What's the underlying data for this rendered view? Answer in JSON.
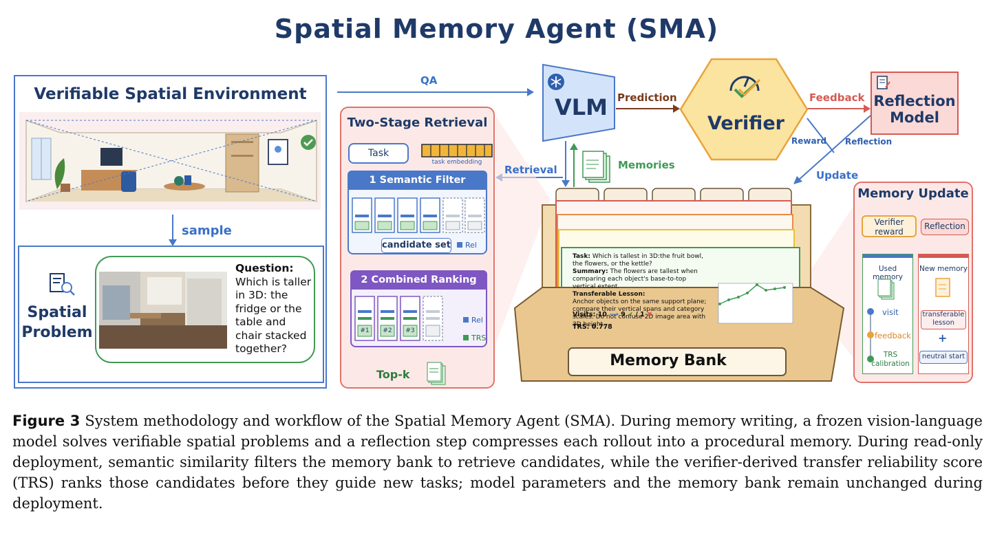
{
  "title": "Spatial Memory Agent (SMA)",
  "environment": {
    "title": "Verifiable Spatial Environment",
    "sample_label": "sample",
    "problem_label_line1": "Spatial",
    "problem_label_line2": "Problem",
    "question_heading": "Question:",
    "question_text": "Which is taller in 3D: the fridge or the table and chair stacked together?"
  },
  "flow": {
    "qa": "QA",
    "vlm": "VLM",
    "prediction": "Prediction",
    "verifier": "Verifier",
    "feedback": "Feedback",
    "reflection_model_line1": "Reflection",
    "reflection_model_line2": "Model",
    "reward": "Reward",
    "reflection": "Reflection",
    "update": "Update",
    "retrieval": "Retrieval",
    "memories": "Memories"
  },
  "retrieval": {
    "title": "Two-Stage Retrieval",
    "task": "Task",
    "task_embedding": "task embedding",
    "stage1": "1   Semantic Filter",
    "candidate_set": "candidate set",
    "rel": "Rel",
    "stage2": "2   Combined Ranking",
    "trs": "TRS",
    "ranks": [
      "#1",
      "#2",
      "#3"
    ],
    "topk": "Top-k"
  },
  "memory_card": {
    "task_label": "Task:",
    "task": "Which is tallest in 3D:the fruit bowl, the flowers, or the kettle?",
    "summary_label": "Summary:",
    "summary": "The flowers are tallest when comparing each object's base-to-top vertical extent.",
    "lesson_label": "Transferable Lesson:",
    "lesson": "Anchor objects on the same support plane; compare their vertical spans and category scales. Do not confuse 2D image area with 3D height.",
    "visits": "Visits: 10",
    "visits_success": "9",
    "visits_fail": "/ 1",
    "trs": "TRS: 0.778",
    "bank_label": "Memory Bank"
  },
  "memory_update": {
    "title": "Memory Update",
    "verifier_reward_line1": "Verifier",
    "verifier_reward_line2": "reward",
    "reflection": "Reflection",
    "used_memory": "Used memory",
    "new_memory": "New memory",
    "visit": "visit",
    "feedback": "feedback",
    "trs_calibration_line1": "TRS",
    "trs_calibration_line2": "calibration",
    "transferable_lesson_line1": "transferable",
    "transferable_lesson_line2": "lesson",
    "plus": "+",
    "neutral_start": "neutral start"
  },
  "caption": {
    "label": "Figure 3",
    "text": "System methodology and workflow of the Spatial Memory Agent (SMA). During memory writing, a frozen vision-language model solves verifiable spatial problems and a reflection step compresses each rollout into a procedural memory. During read-only deployment, semantic similarity filters the memory bank to retrieve candidates, while the verifier-derived transfer reliability score (TRS) ranks those candidates before they guide new tasks; model parameters and the memory bank remain unchanged during deployment."
  },
  "colors": {
    "blue": "#4a78c8",
    "navy": "#1f3a68",
    "red": "#d55a52",
    "green": "#3f9a55",
    "gold": "#e8a33a",
    "purple": "#7e57c2",
    "brown": "#7a3b1c"
  }
}
